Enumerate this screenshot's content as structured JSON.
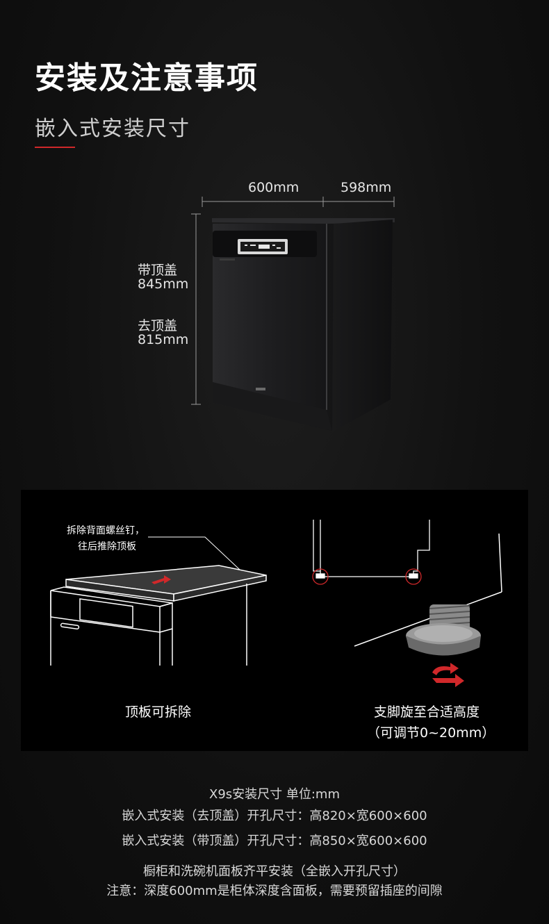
{
  "header": {
    "title": "安装及注意事项",
    "subtitle": "嵌入式安装尺寸"
  },
  "dimensions": {
    "width": "600mm",
    "depth": "598mm",
    "with_top_label": "带顶盖",
    "with_top_value": "845mm",
    "without_top_label": "去顶盖",
    "without_top_value": "815mm"
  },
  "install_steps": {
    "remove_top_note_line1": "拆除背面螺丝钉，",
    "remove_top_note_line2": "往后推除顶板",
    "remove_top_caption": "顶板可拆除",
    "foot_caption_line1": "支脚旋至合适高度",
    "foot_caption_line2": "（可调节0~20mm）"
  },
  "specs": {
    "line1": "X9s安装尺寸  单位:mm",
    "line2": "嵌入式安装（去顶盖）开孔尺寸：高820×宽600×600",
    "line3": "嵌入式安装（带顶盖）开孔尺寸：高850×宽600×600",
    "line4": "橱柜和洗碗机面板齐平安装（全嵌入开孔尺寸）",
    "line5": "注意：深度600mm是柜体深度含面板，需要预留插座的间隙"
  },
  "colors": {
    "accent": "#d0282a",
    "background": "#111111",
    "panel": "#000000"
  }
}
